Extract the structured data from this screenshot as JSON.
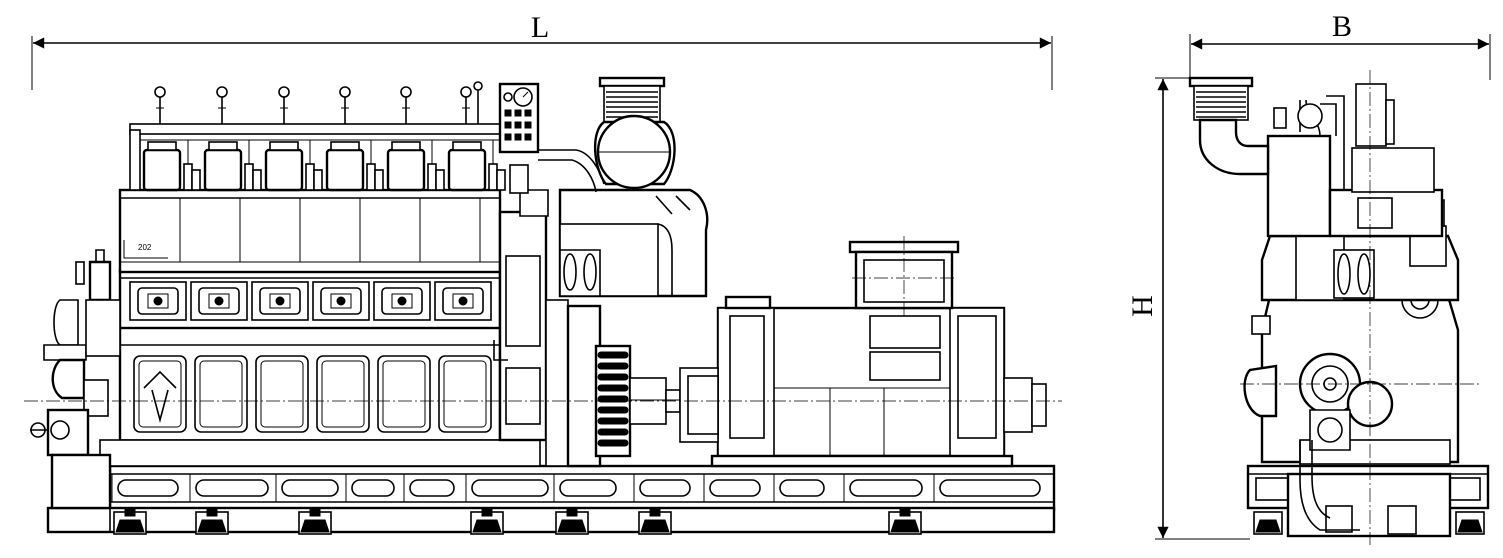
{
  "dimensions": {
    "length_label": "L",
    "width_label": "B",
    "height_label": "H"
  },
  "annotations": {
    "side_note": "202"
  },
  "colors": {
    "line": "#000000",
    "background": "#ffffff"
  }
}
